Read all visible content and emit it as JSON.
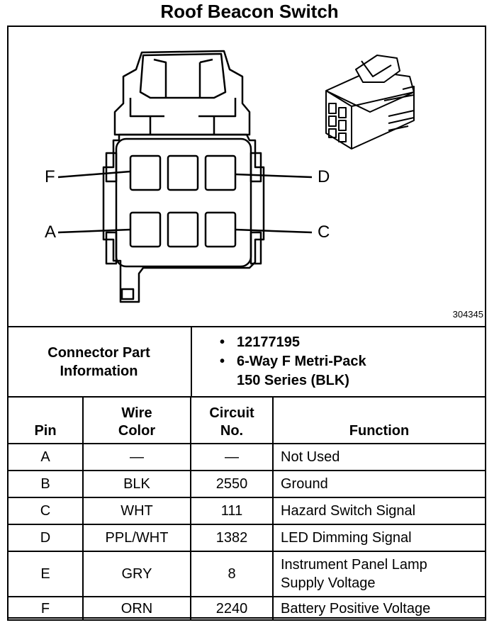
{
  "title": "Roof Beacon Switch",
  "figure_id": "304345",
  "pin_labels": {
    "F": "F",
    "D": "D",
    "A": "A",
    "C": "C"
  },
  "connector_info": {
    "label_line1": "Connector Part",
    "label_line2": "Information",
    "part_number": "12177195",
    "description_line1": "6-Way F Metri-Pack",
    "description_line2": "150 Series (BLK)",
    "bullet": "•"
  },
  "table": {
    "headers": {
      "pin": "Pin",
      "wire_color_line1": "Wire",
      "wire_color_line2": "Color",
      "circuit_line1": "Circuit",
      "circuit_line2": "No.",
      "function": "Function"
    },
    "rows": [
      {
        "pin": "A",
        "wire": "—",
        "circuit": "—",
        "function": "Not Used"
      },
      {
        "pin": "B",
        "wire": "BLK",
        "circuit": "2550",
        "function": "Ground"
      },
      {
        "pin": "C",
        "wire": "WHT",
        "circuit": "111",
        "function": "Hazard Switch Signal"
      },
      {
        "pin": "D",
        "wire": "PPL/WHT",
        "circuit": "1382",
        "function": "LED Dimming Signal"
      },
      {
        "pin": "E",
        "wire": "GRY",
        "circuit": "8",
        "function_line1": "Instrument Panel Lamp",
        "function_line2": "Supply Voltage"
      },
      {
        "pin": "F",
        "wire": "ORN",
        "circuit": "2240",
        "function": "Battery Positive Voltage"
      }
    ]
  }
}
